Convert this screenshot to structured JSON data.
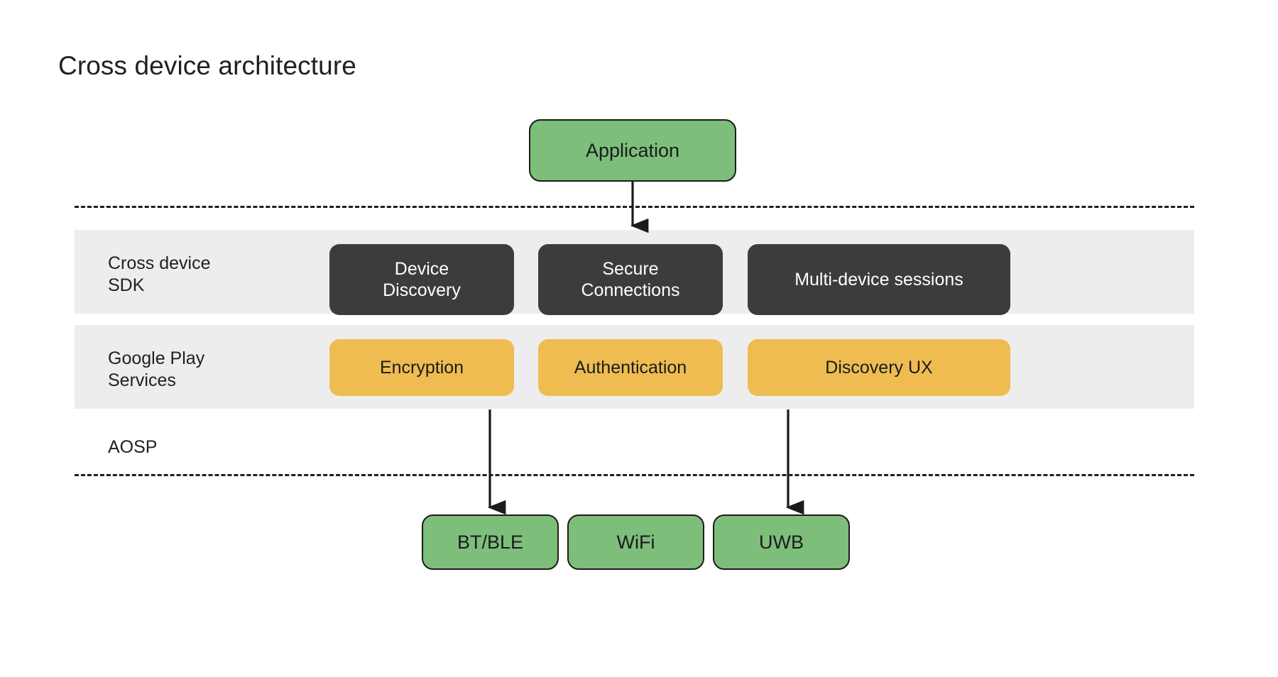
{
  "page": {
    "title": "Cross device architecture",
    "background_color": "#ffffff"
  },
  "colors": {
    "green_node": "#7DBE7B",
    "dark_chip": "#3C3C3C",
    "amber_chip": "#EFBC52",
    "band_background": "#EDEDED",
    "stroke": "#1b1b1b"
  },
  "diagram": {
    "application": {
      "label": "Application"
    },
    "layers": [
      {
        "name": "cross-device-sdk",
        "label": "Cross device\nSDK",
        "chips": [
          {
            "label": "Device\nDiscovery"
          },
          {
            "label": "Secure\nConnections"
          },
          {
            "label": "Multi-device sessions"
          }
        ]
      },
      {
        "name": "google-play-services",
        "label": "Google Play\nServices",
        "chips": [
          {
            "label": "Encryption"
          },
          {
            "label": "Authentication"
          },
          {
            "label": "Discovery UX"
          }
        ]
      }
    ],
    "aosp": {
      "label": "AOSP"
    },
    "transports": [
      {
        "label": "BT/BLE"
      },
      {
        "label": "WiFi"
      },
      {
        "label": "UWB"
      }
    ],
    "connectors": [
      {
        "name": "application-to-sdk",
        "from": "Application",
        "to": "Secure Connections"
      },
      {
        "name": "encryption-to-btble",
        "from": "Encryption",
        "to": "BT/BLE"
      },
      {
        "name": "discovery-ux-to-uwb",
        "from": "Discovery UX",
        "to": "UWB"
      }
    ]
  }
}
